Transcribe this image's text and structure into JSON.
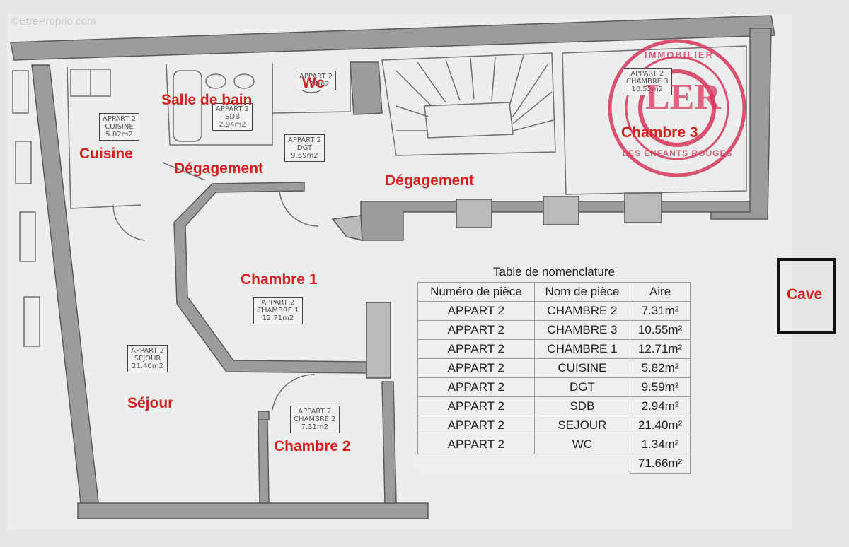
{
  "watermark": "©EtreProprio.com",
  "rooms": {
    "salle_de_bain": "Salle de bain",
    "wc": "Wc",
    "cuisine": "Cuisine",
    "degagement_1": "Dégagement",
    "degagement_2": "Dégagement",
    "chambre_1": "Chambre 1",
    "chambre_2": "Chambre 2",
    "chambre_3": "Chambre 3",
    "sejour": "Séjour",
    "cave": "Cave"
  },
  "room_tags": {
    "wc": [
      "APPART 2",
      "1.34m2"
    ],
    "sdb": [
      "APPART 2",
      "SDB",
      "2.94m2"
    ],
    "cuisine": [
      "APPART 2",
      "CUISINE",
      "5.82m2"
    ],
    "dgt": [
      "APPART 2",
      "DGT",
      "9.59m2"
    ],
    "chambre3": [
      "APPART 2",
      "CHAMBRE 3",
      "10.55m2"
    ],
    "chambre1": [
      "APPART 2",
      "CHAMBRE 1",
      "12.71m2"
    ],
    "sejour": [
      "APPART 2",
      "SEJOUR",
      "21.40m2"
    ],
    "chambre2": [
      "APPART 2",
      "CHAMBRE 2",
      "7.31m2"
    ]
  },
  "table": {
    "title": "Table de nomenclature",
    "headers": [
      "Numéro de pièce",
      "Nom de pièce",
      "Aire"
    ],
    "rows": [
      [
        "APPART 2",
        "CHAMBRE 2",
        "7.31m²"
      ],
      [
        "APPART 2",
        "CHAMBRE 3",
        "10.55m²"
      ],
      [
        "APPART 2",
        "CHAMBRE 1",
        "12.71m²"
      ],
      [
        "APPART 2",
        "CUISINE",
        "5.82m²"
      ],
      [
        "APPART 2",
        "DGT",
        "9.59m²"
      ],
      [
        "APPART 2",
        "SDB",
        "2.94m²"
      ],
      [
        "APPART 2",
        "SEJOUR",
        "21.40m²"
      ],
      [
        "APPART 2",
        "WC",
        "1.34m²"
      ]
    ],
    "total": "71.66m²"
  },
  "stamp": {
    "center": "LER",
    "ring_top": "IMMOBILIER",
    "ring_bottom": "LES ENFANTS ROUGES",
    "color": "#d8355a"
  },
  "colors": {
    "room_label": "#d81f1f",
    "wall": "#9a9d9c"
  }
}
